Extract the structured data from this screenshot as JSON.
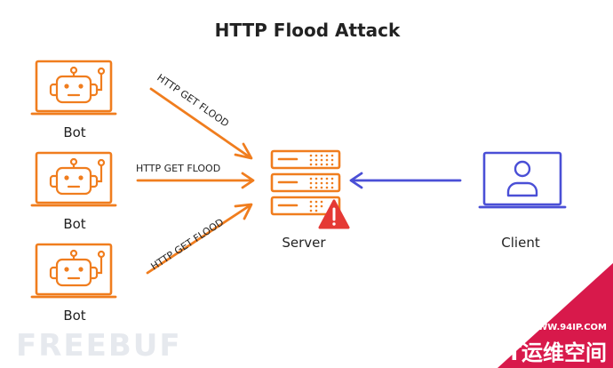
{
  "diagram": {
    "title": "HTTP Flood Attack",
    "bots": [
      {
        "label": "Bot"
      },
      {
        "label": "Bot"
      },
      {
        "label": "Bot"
      }
    ],
    "server": {
      "label": "Server"
    },
    "client": {
      "label": "Client"
    },
    "arrows": [
      {
        "label": "HTTP GET FLOOD"
      },
      {
        "label": "HTTP GET FLOOD"
      },
      {
        "label": "HTTP GET FLOOD"
      }
    ]
  },
  "watermarks": {
    "freebuf": "FREEBUF",
    "site_url": "WWW.94IP.COM",
    "site_name": "IT运维空间"
  },
  "colors": {
    "attack": "#f07d1e",
    "client": "#4a4fd6",
    "alert": "#e53935",
    "badge": "#d8194b"
  },
  "icons": {
    "bot": "robot-laptop-icon",
    "server": "server-rack-icon",
    "alert": "warning-triangle-icon",
    "client": "user-monitor-icon"
  }
}
